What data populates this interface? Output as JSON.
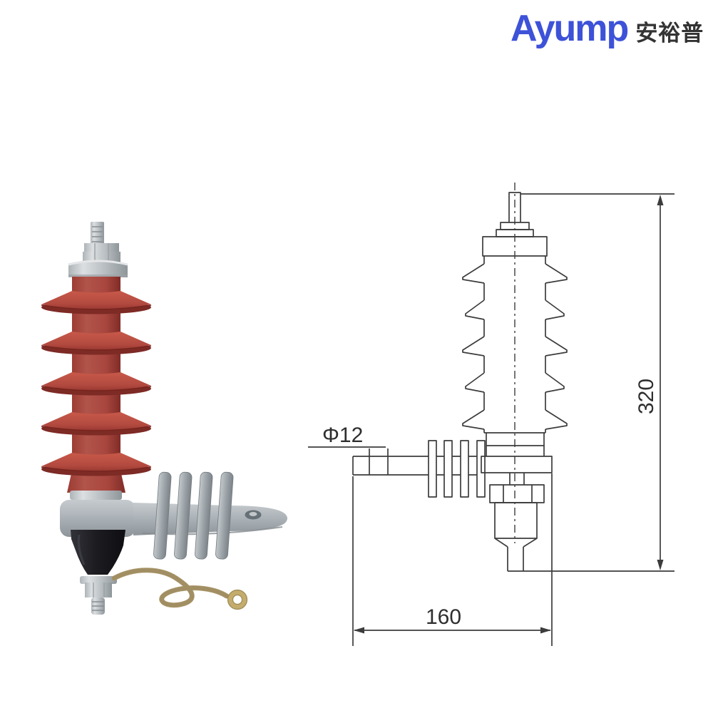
{
  "brand": {
    "name_latin": "Ayump",
    "name_cjk": "安裕普",
    "latin_color": "#3d52d8",
    "cjk_color": "#333333"
  },
  "photo": {
    "colors": {
      "housing_red": "#a8463e",
      "housing_red_dark": "#7e2a25",
      "metal_silver": "#c9cdd0",
      "bracket_gray": "#a9b0b5",
      "disconnector_black": "#1c1c21",
      "ground_wire_tan": "#b5a173",
      "ring_terminal_gold": "#c3ac6c"
    }
  },
  "drawing": {
    "line_color": "#3c3c3c",
    "labels": {
      "hole_diameter": "Φ12",
      "overall_height": "320",
      "mounting_offset": "160"
    }
  }
}
